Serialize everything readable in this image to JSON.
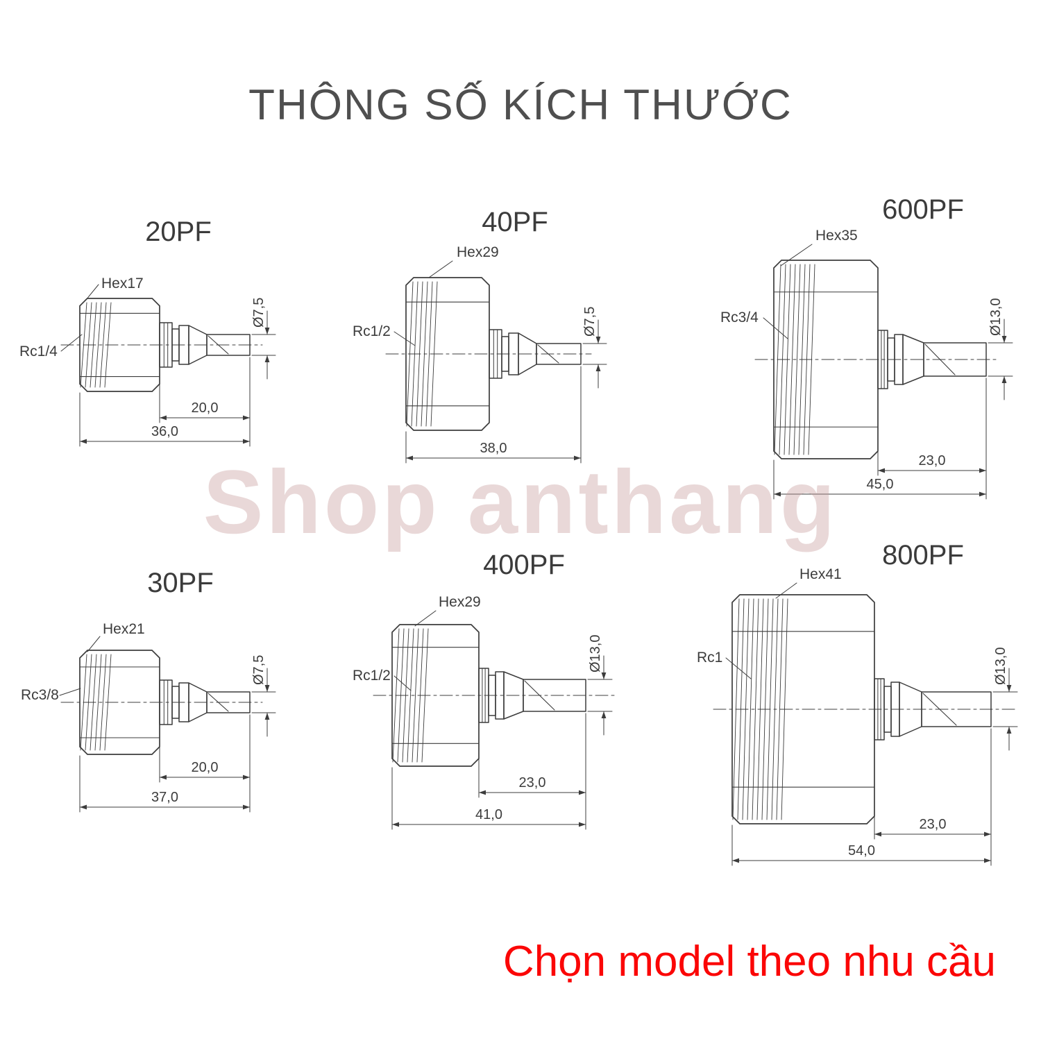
{
  "page": {
    "title": "THÔNG SỐ KÍCH THƯỚC",
    "watermark": "Shop anthang",
    "footer_note": "Chọn model theo nhu cầu"
  },
  "fittings": [
    {
      "model": "20PF",
      "hex": "Hex17",
      "thread": "Rc1/4",
      "tip_diameter": "Ø7,5",
      "plug_length": "20,0",
      "overall_length": "36,0"
    },
    {
      "model": "40PF",
      "hex": "Hex29",
      "thread": "Rc1/2",
      "tip_diameter": "Ø7,5",
      "overall_length": "38,0"
    },
    {
      "model": "600PF",
      "hex": "Hex35",
      "thread": "Rc3/4",
      "tip_diameter": "Ø13,0",
      "plug_length": "23,0",
      "overall_length": "45,0"
    },
    {
      "model": "30PF",
      "hex": "Hex21",
      "thread": "Rc3/8",
      "tip_diameter": "Ø7,5",
      "plug_length": "20,0",
      "overall_length": "37,0"
    },
    {
      "model": "400PF",
      "hex": "Hex29",
      "thread": "Rc1/2",
      "tip_diameter": "Ø13,0",
      "plug_length": "23,0",
      "overall_length": "41,0"
    },
    {
      "model": "800PF",
      "hex": "Hex41",
      "thread": "Rc1",
      "tip_diameter": "Ø13,0",
      "plug_length": "23,0",
      "overall_length": "54,0"
    }
  ]
}
